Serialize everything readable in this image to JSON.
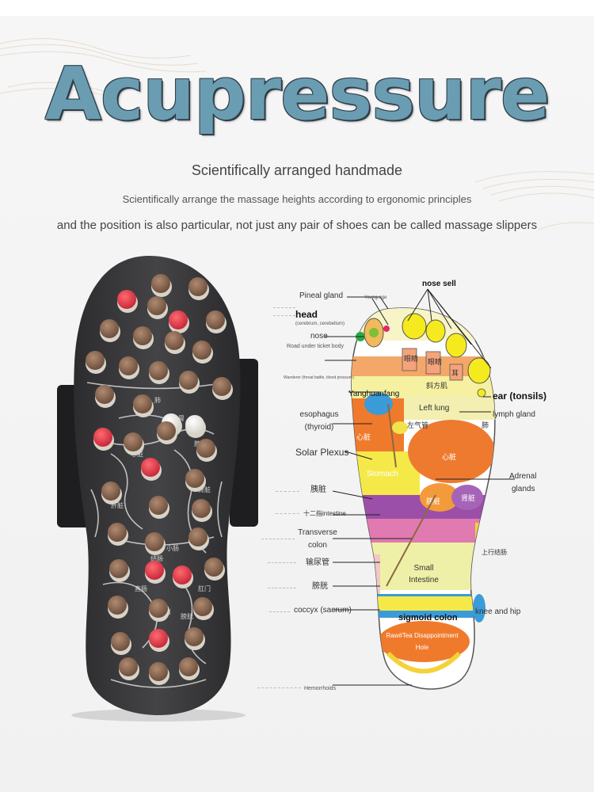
{
  "title": "Acupressure",
  "subtitle": "Scientifically arranged handmade",
  "description_line1": "Scientifically arrange the massage heights according to ergonomic principles",
  "description_line2": "and the position is also particular, not just any pair of shoes can be called massage slippers",
  "colors": {
    "title": "#6a9db2",
    "title_outline": "#2f3d48",
    "slipper": "#3b3b3d",
    "node_brown": "#8a6a55",
    "node_red": "#e0404a",
    "node_white": "#f2f0ec"
  },
  "foot_chart": {
    "labels": {
      "pineal_gland": "Pineal gland",
      "young_age": "Young age",
      "nose_sell": "nose sell",
      "head": "head",
      "head_sub": "(cerebrum, cerebellum)",
      "nose": "nose",
      "road_under_ticket_body": "Road under ticket body",
      "wanderer": "Wanderer (throat battle, blood pressure)",
      "ear_tonsils": "ear (tonsils)",
      "yanghuanfang": "Yanghuanfang",
      "left_lung": "Left lung",
      "lymph_gland": "lymph gland",
      "esophagus": "esophagus",
      "thyroid": "(thyroid)",
      "solar_plexus": "Solar Plexus",
      "stomach": "Stomach",
      "adrenal_glands_1": "Adrenal",
      "adrenal_glands_2": "glands",
      "pancreas_cn": "胰脏",
      "intestine": "十二指intestine",
      "transverse_colon_1": "Transverse",
      "transverse_colon_2": "colon",
      "ureter_cn": "输尿管",
      "small_intestine_1": "Small",
      "small_intestine_2": "Intestine",
      "bladder_cn": "膀胱",
      "coccyx": "coccyx (sacrum)",
      "sigmoid_colon": "sigmoid colon",
      "knee_hip": "knee and hip",
      "raw_tea_1": "Raw#Tea Disappointment",
      "raw_tea_2": "Hole",
      "hemorrhoids": "Hemorrhoids"
    },
    "cn_in_foot": {
      "eye1": "眼睛",
      "eye2": "眼睛",
      "ear": "耳",
      "trapezius": "斜方肌",
      "heart": "心脏",
      "lung": "肺",
      "airway": "左气管",
      "spleen": "心脏",
      "kidney": "肾脏",
      "pancreas": "胰脏",
      "gallbladder": "上行结肠"
    }
  },
  "slipper_text": {
    "heart": "心脏",
    "stomach": "胃",
    "lung": "肺",
    "kidney": "肾脏",
    "small_int": "小肠",
    "liver": "肝脏",
    "spleen": "脾脏",
    "rectum": "直肠",
    "colon": "结肠",
    "anus": "肛门",
    "reproduction": "生殖",
    "bladder": "膀胱"
  }
}
